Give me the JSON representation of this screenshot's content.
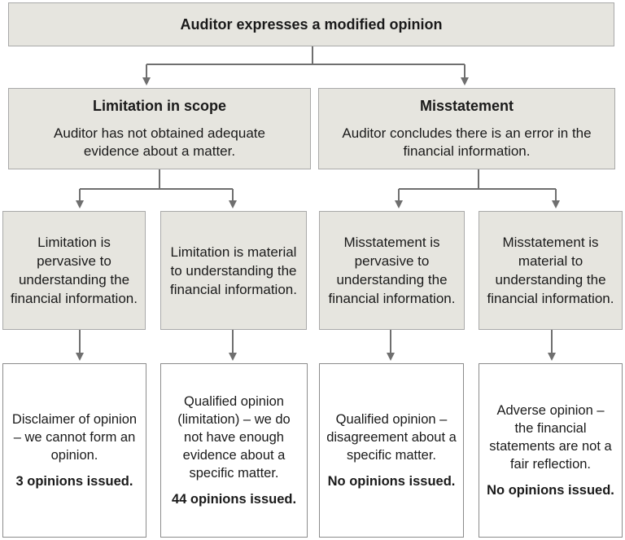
{
  "root": {
    "label": "Auditor expresses a modified opinion"
  },
  "categories": [
    {
      "title": "Limitation in scope",
      "description": "Auditor has not obtained adequate evidence about a matter."
    },
    {
      "title": "Misstatement",
      "description": "Auditor concludes there is an error in the financial information."
    }
  ],
  "conditions": [
    {
      "text": "Limitation is pervasive to understanding the financial information."
    },
    {
      "text": "Limitation is material to understanding the financial information."
    },
    {
      "text": "Misstatement is pervasive to understanding the financial information."
    },
    {
      "text": "Misstatement is material to understanding the financial information."
    }
  ],
  "results": [
    {
      "opinion": "Disclaimer of opinion – we cannot form an opinion.",
      "count": "3 opinions issued."
    },
    {
      "opinion": "Qualified opinion (limitation) – we do not have enough evidence about a specific matter.",
      "count": "44 opinions issued."
    },
    {
      "opinion": "Qualified opinion – disagreement about a specific matter.",
      "count": "No opinions issued."
    },
    {
      "opinion": "Adverse opinion – the financial statements are not a fair reflection.",
      "count": "No opinions issued."
    }
  ],
  "colors": {
    "box_fill": "#e6e5df",
    "border": "#a9a9a9",
    "connector": "#6f6f6f"
  }
}
